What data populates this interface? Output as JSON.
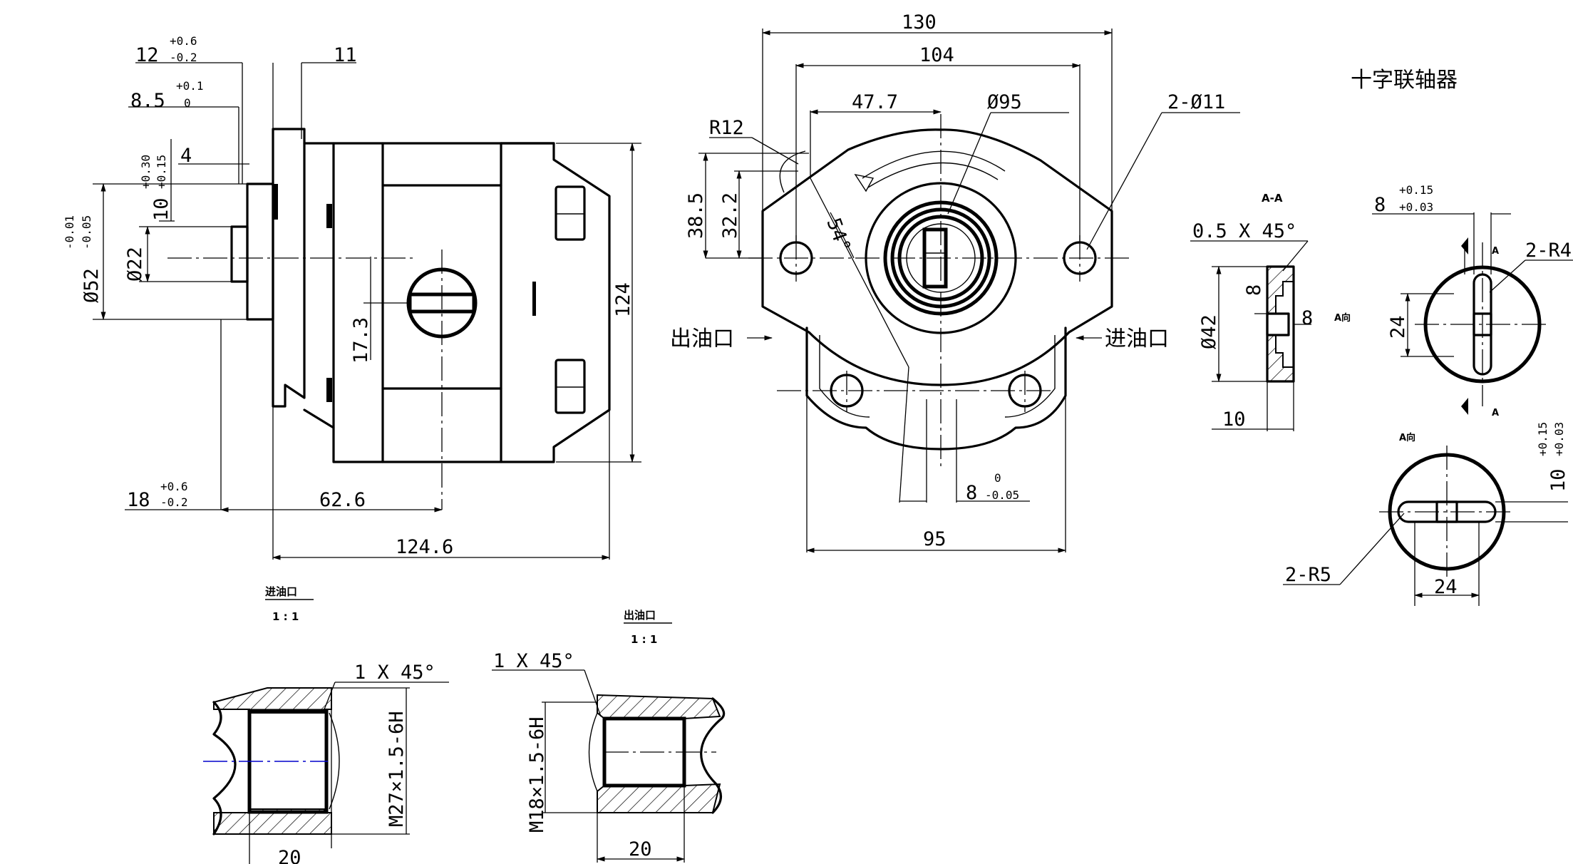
{
  "labels": {
    "coupling_title": "十字联轴器",
    "outlet_port": "出油口",
    "inlet_port": "进油口",
    "section_aa": "A-A",
    "view_a": "A向",
    "view_a_top": "A向",
    "arrow_a": "A",
    "inlet_detail_title": "进油口",
    "inlet_detail_scale": "1 : 1",
    "outlet_detail_title": "出油口",
    "outlet_detail_scale": "1 : 1"
  },
  "side_view": {
    "d12": "12",
    "d12_up": "+0.6",
    "d12_low": "-0.2",
    "d11": "11",
    "d8_5": "8.5",
    "d8_5_up": "+0.1",
    "d8_5_low": "0",
    "d4": "4",
    "d10": "10",
    "d10_up": "+0.30",
    "d10_low": "+0.15",
    "d52": "Ø52",
    "d52_up": "-0.01",
    "d52_low": "-0.05",
    "d22": "Ø22",
    "d17_3": "17.3",
    "d124": "124",
    "d18": "18",
    "d18_up": "+0.6",
    "d18_low": "-0.2",
    "d62_6": "62.6",
    "d124_6": "124.6"
  },
  "front_view": {
    "d130": "130",
    "d104": "104",
    "d47_7": "47.7",
    "d95_dia": "Ø95",
    "d2_11": "2-Ø11",
    "r12": "R12",
    "d38_5": "38.5",
    "d32_2": "32.2",
    "ang54": "54°",
    "d8": "8",
    "d8_up": "0",
    "d8_low": "-0.05",
    "d95": "95"
  },
  "coupling": {
    "chamfer": "0.5 X 45°",
    "d42": "Ø42",
    "d8a": "8",
    "d8b": "8",
    "d10": "10",
    "d8_top": "8",
    "d8_top_up": "+0.15",
    "d8_top_low": "+0.03",
    "r4": "2-R4",
    "d24": "24",
    "d10_right": "10",
    "d10_right_up": "+0.15",
    "d10_right_low": "+0.03",
    "r5": "2-R5",
    "d24_bottom": "24"
  },
  "inlet_detail": {
    "chamfer": "1 X 45°",
    "thread": "M27×1.5-6H",
    "d20": "20"
  },
  "outlet_detail": {
    "chamfer": "1 X 45°",
    "thread": "M18×1.5-6H",
    "d20": "20"
  }
}
